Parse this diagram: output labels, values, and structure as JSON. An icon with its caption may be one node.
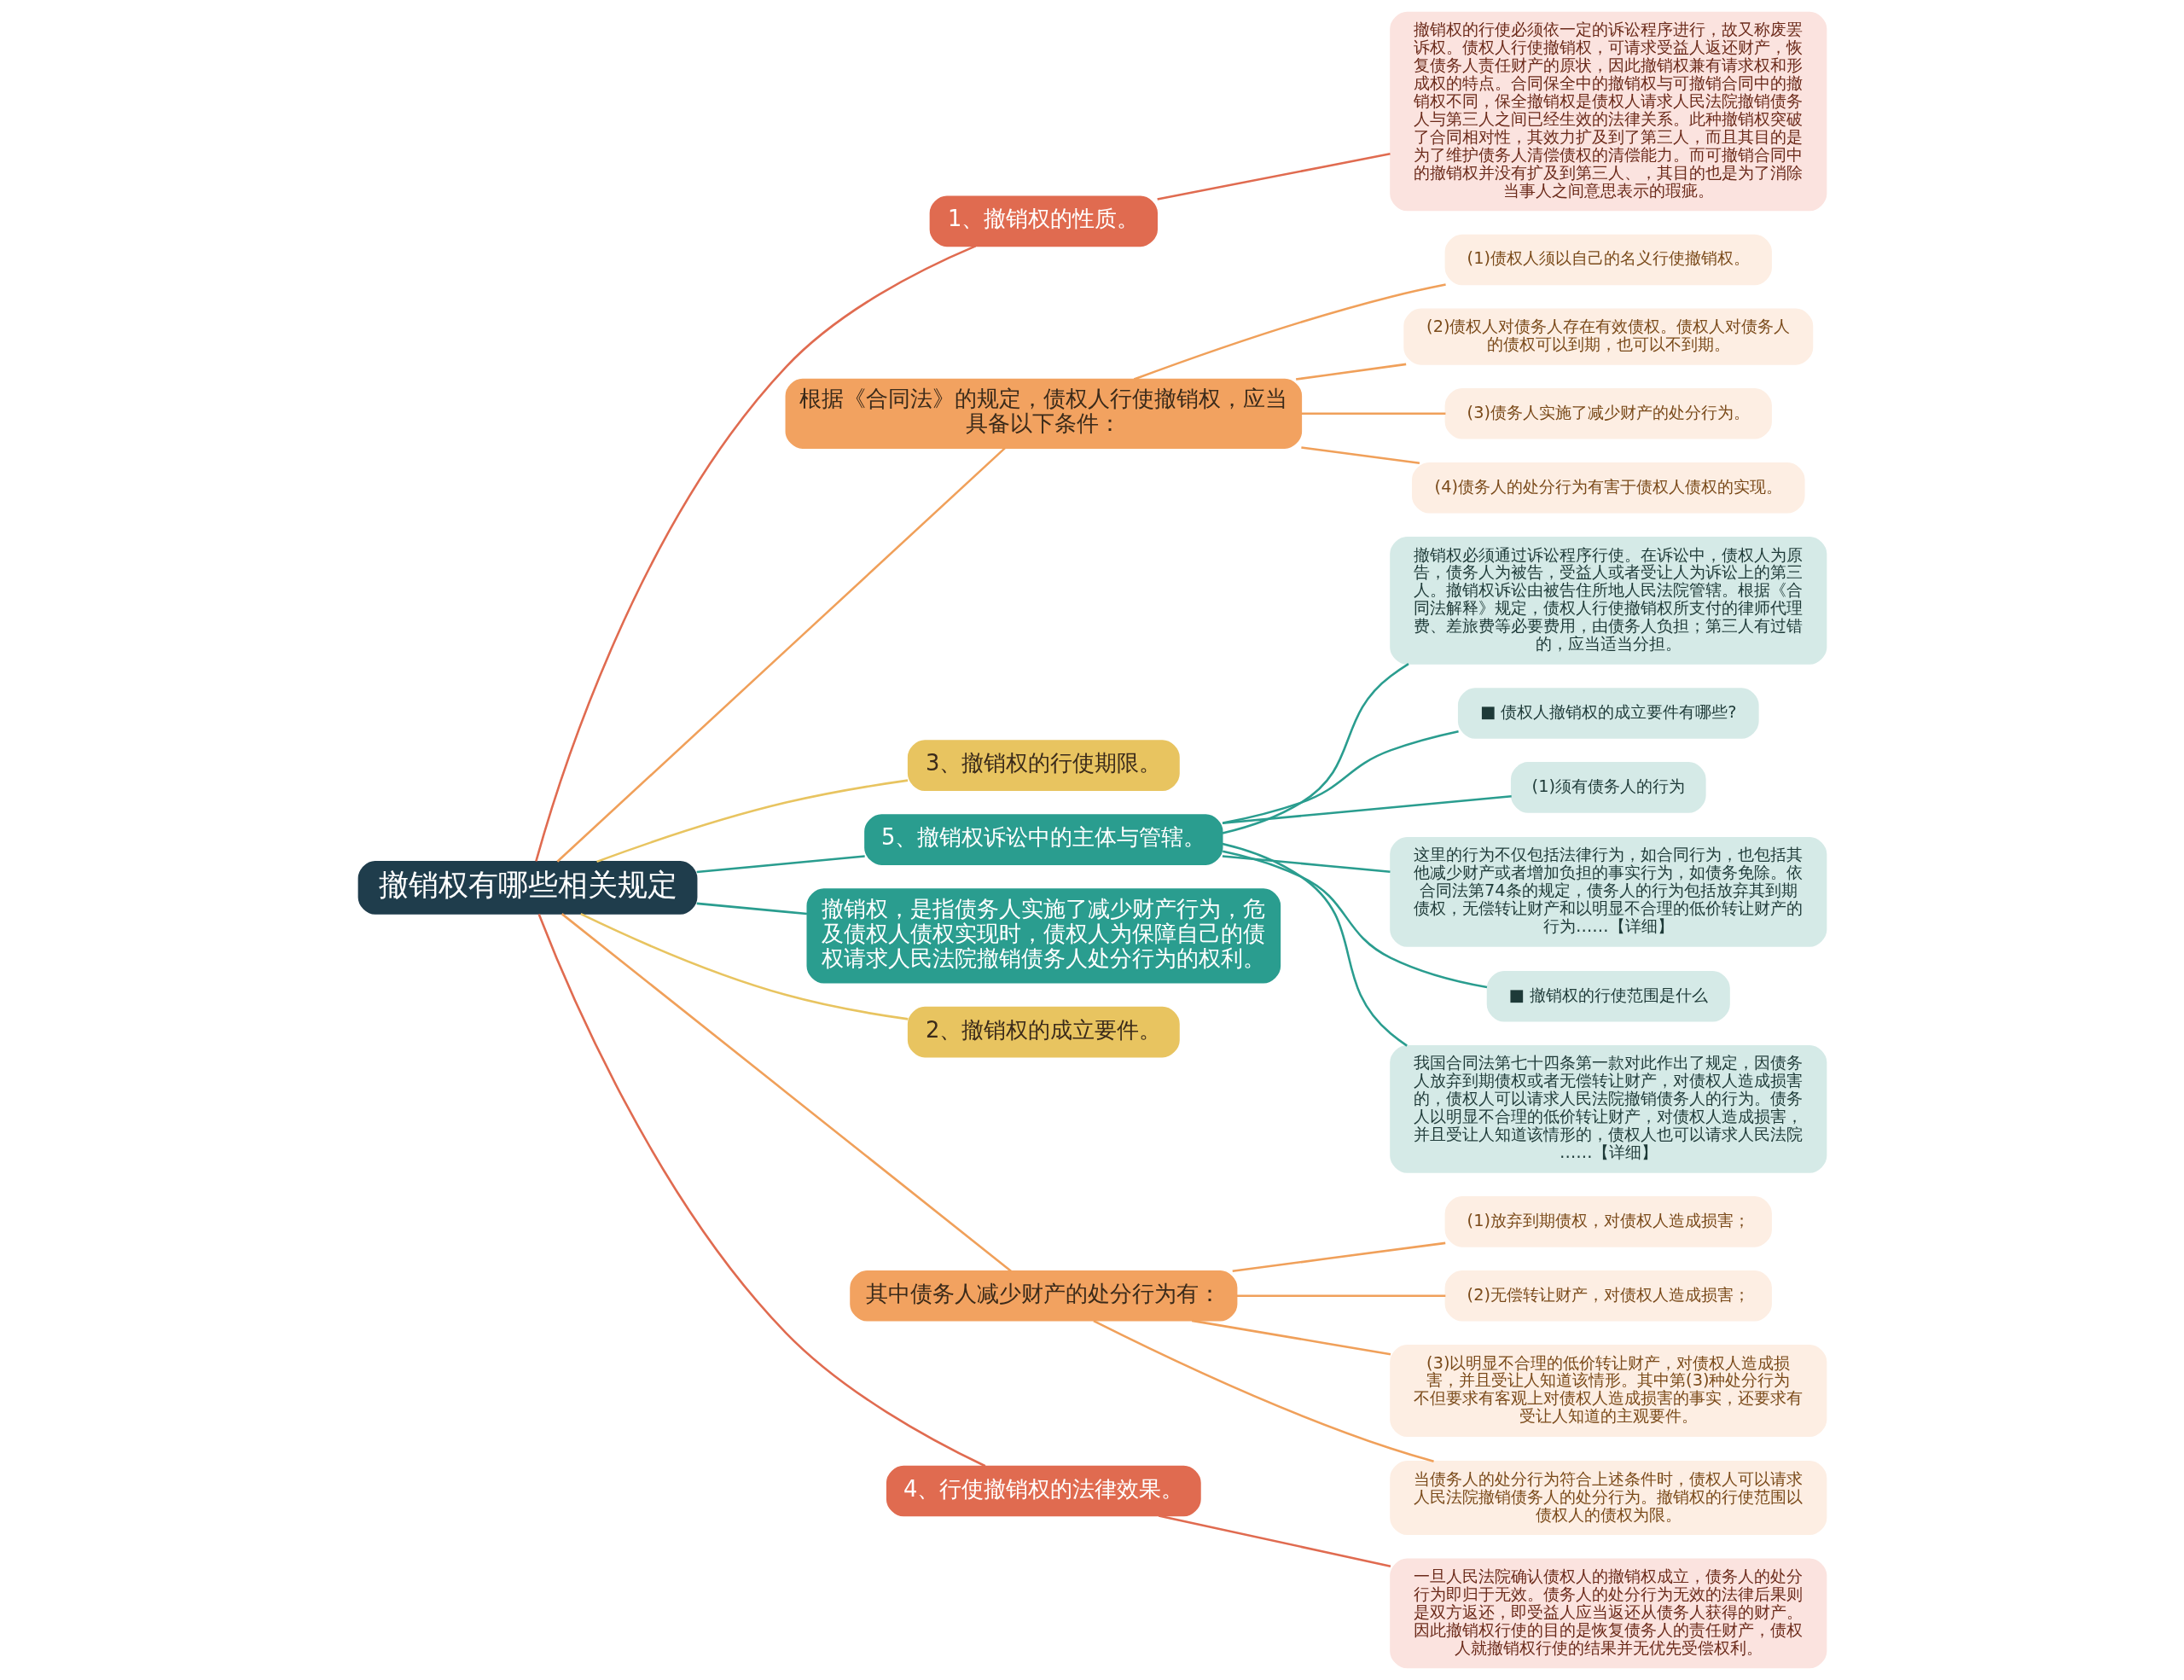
{
  "diagram": {
    "nodes": [
      {
        "text": [
          "撤销权有哪些相关规定"
        ]
      },
      {
        "text": [
          "1、撤销权的性质。"
        ]
      },
      {
        "text": [
          "撤销权的行使必须依一定的诉讼程序进行，故又称废罢诉权。债权人行使撤销权，可请求受益人返还财产，恢复债务人责任财产的原状，因此撤销权兼有请求权和形成权的特点。合同保全中的撤销权与可撤销合同中的撤销权不同，保全撤销权是债权人请求人民法院撤销债务人与第三人之间已经生效的法律关系。此种撤销权突破了合同相对性，其效力扩及到了第三人，而且其目的是为了维护债务人清偿债权的清偿能力。而可撤销合同中的撤销权并没有扩及到第三人、，其目的也是为了消除当事人之间意思表示的瑕疵。"
        ]
      },
      {
        "text": [
          "根据《合同法》的规定，债权人行使撤销权，应当具备以下条件："
        ]
      },
      {
        "text": [
          "(1)债权人须以自己的名义行使撤销权。"
        ]
      },
      {
        "text": [
          "(2)债权人对债务人存在有效债权。债权人对债务人的债权可以到期，也可以不到期。"
        ]
      },
      {
        "text": [
          "(3)债务人实施了减少财产的处分行为。"
        ]
      },
      {
        "text": [
          "(4)债务人的处分行为有害于债权人债权的实现。"
        ]
      },
      {
        "text": [
          "3、撤销权的行使期限。"
        ]
      },
      {
        "text": [
          "5、撤销权诉讼中的主体与管辖。"
        ]
      },
      {
        "text": [
          "撤销权必须通过诉讼程序行使。在诉讼中，债权人为原告，债务人为被告，受益人或者受让人为诉讼上的第三人。撤销权诉讼由被告住所地人民法院管辖。根据《合同法解释》规定，债权人行使撤销权所支付的律师代理费、差旅费等必要费用，由债务人负担；第三人有过错的，应当适当分担。"
        ]
      },
      {
        "text": [
          "■ 债权人撤销权的成立要件有哪些?"
        ]
      },
      {
        "text": [
          "(1)须有债务人的行为"
        ]
      },
      {
        "text": [
          "这里的行为不仅包括法律行为，如合同行为，也包括其他减少财产或者增加负担的事实行为，如债务免除。依合同法第74条的规定，债务人的行为包括放弃其到期债权，无偿转让财产和以明显不合理的低价转让财产的行为……【详细】"
        ]
      },
      {
        "text": [
          "■ 撤销权的行使范围是什么"
        ]
      },
      {
        "text": [
          "我国合同法第七十四条第一款对此作出了规定，因债务人放弃到期债权或者无偿转让财产，对债权人造成损害的，债权人可以请求人民法院撤销债务人的行为。债务人以明显不合理的低价转让财产，对债权人造成损害，并且受让人知道该情形的，债权人也可以请求人民法院……【详细】"
        ]
      },
      {
        "text": [
          "撤销权，是指债务人实施了减少财产行为，危及债权人债权实现时，债权人为保障自己的债权请求人民法院撤销债务人处分行为的权利。"
        ]
      },
      {
        "text": [
          "2、撤销权的成立要件。"
        ]
      },
      {
        "text": [
          "其中债务人减少财产的处分行为有："
        ]
      },
      {
        "text": [
          "(1)放弃到期债权，对债权人造成损害；"
        ]
      },
      {
        "text": [
          "(2)无偿转让财产，对债权人造成损害；"
        ]
      },
      {
        "text": [
          "(3)以明显不合理的低价转让财产，对债权人造成损害，并且受让人知道该情形。其中第(3)种处分行为不但要求有客观上对债权人造成损害的事实，还要求有受让人知道的主观要件。"
        ]
      },
      {
        "text": [
          "当债务人的处分行为符合上述条件时，债权人可以请求人民法院撤销债务人的处分行为。撤销权的行使范围以债权人的债权为限。"
        ]
      },
      {
        "text": [
          "4、行使撤销权的法律效果。"
        ]
      },
      {
        "text": [
          "一旦人民法院确认债权人的撤销权成立，债务人的处分行为即归于无效。债务人的处分行为无效的法律后果则是双方返还，即受益人应当返还从债务人获得的财产。因此撤销权行使的目的是恢复债务人的责任财产，债权人就撤销权行使的结果并无优先受偿权利。"
        ]
      }
    ],
    "edges": [
      {
        "from": 0,
        "to": 1,
        "arrow": "none",
        "color": "#e06b50"
      },
      {
        "from": 1,
        "to": 2,
        "arrow": "none",
        "color": "#e06b50"
      },
      {
        "from": 0,
        "to": 3,
        "arrow": "none"
      },
      {
        "from": 3,
        "to": 4,
        "arrow": "none"
      },
      {
        "from": 3,
        "to": 5,
        "arrow": "none"
      },
      {
        "from": 3,
        "to": 6,
        "arrow": "none"
      },
      {
        "from": 3,
        "to": 7,
        "arrow": "none"
      },
      {
        "from": 0,
        "to": 8,
        "arrow": "none",
        "color": "#e8c460"
      },
      {
        "from": 0,
        "to": 9,
        "arrow": "none",
        "color": "#2a9d8f"
      },
      {
        "from": 9,
        "to": 10,
        "arrow": "none",
        "color": "#2a9d8f"
      },
      {
        "from": 9,
        "to": 11,
        "arrow": "none",
        "color": "#2a9d8f"
      },
      {
        "from": 9,
        "to": 12,
        "arrow": "none",
        "color": "#2a9d8f"
      },
      {
        "from": 9,
        "to": 13,
        "arrow": "none",
        "color": "#2a9d8f"
      },
      {
        "from": 9,
        "to": 14,
        "arrow": "none",
        "color": "#2a9d8f"
      },
      {
        "from": 9,
        "to": 15,
        "arrow": "none",
        "color": "#2a9d8f"
      },
      {
        "from": 0,
        "to": 16,
        "arrow": "none",
        "color": "#2a9d8f"
      },
      {
        "from": 0,
        "to": 17,
        "arrow": "none",
        "color": "#e8c460"
      },
      {
        "from": 0,
        "to": 18,
        "arrow": "none"
      },
      {
        "from": 18,
        "to": 19,
        "arrow": "none"
      },
      {
        "from": 18,
        "to": 20,
        "arrow": "none"
      },
      {
        "from": 18,
        "to": 21,
        "arrow": "none"
      },
      {
        "from": 18,
        "to": 22,
        "arrow": "none"
      },
      {
        "from": 0,
        "to": 23,
        "arrow": "none",
        "color": "#e06b50"
      },
      {
        "from": 23,
        "to": 24,
        "arrow": "none",
        "color": "#e06b50"
      }
    ]
  }
}
